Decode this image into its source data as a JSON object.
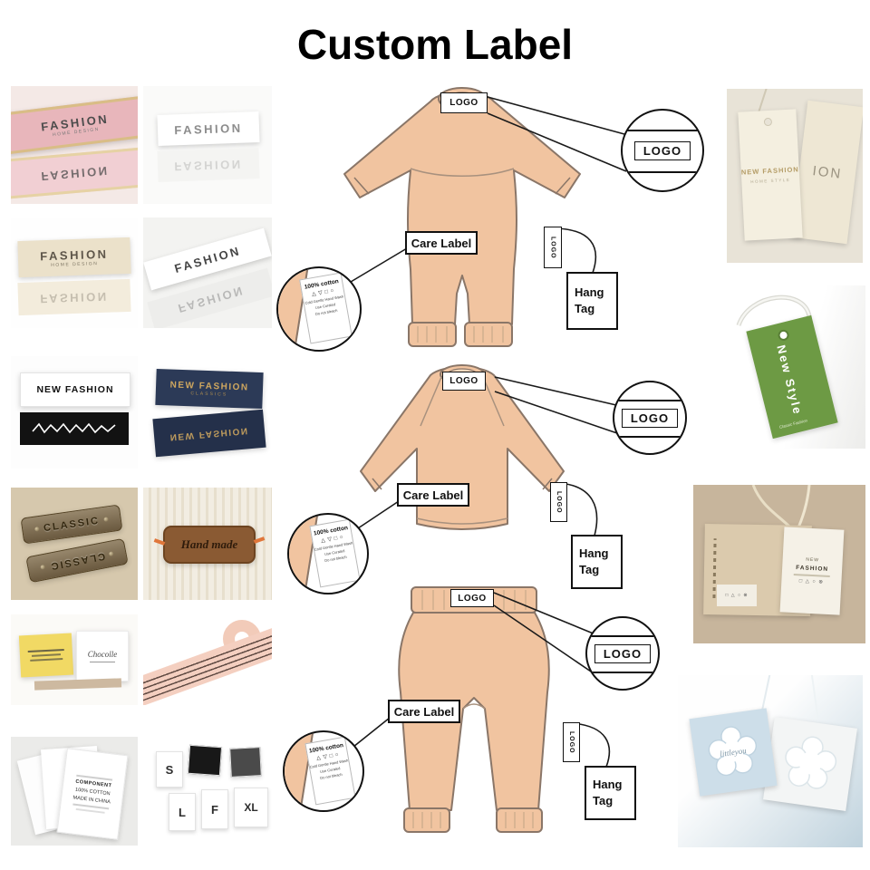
{
  "title": "Custom Label",
  "annotations": {
    "logo": "LOGO",
    "care_label": "Care Label",
    "hang_tag": "Hang Tag",
    "care_detail": {
      "material": "100% cotton",
      "icons": "△ ▽ □ ○",
      "wash1": "Cold Gentle Hand Wash",
      "wash2": "Use Curated",
      "wash3": "Do not bleach"
    }
  },
  "left_gallery": {
    "pink_ribbon": {
      "brand": "FASHION",
      "sub": "HOME DESIGN"
    },
    "white_folded": {
      "brand": "FASHION"
    },
    "cream_label": {
      "brand": "FASHION",
      "sub": "HOME DESIGN"
    },
    "white_label": {
      "brand": "FASHION"
    },
    "bw_labels": {
      "brand": "NEW FASHION"
    },
    "navy_labels": {
      "brand": "NEW FASHION",
      "sub": "CLASSICS"
    },
    "metal_labels": {
      "brand": "CLASSIC"
    },
    "leather_label": {
      "brand": "Hand made"
    },
    "folded_labels": {
      "brand": "Chocolle"
    },
    "care_labels": {
      "line1": "COMPONENT",
      "line2": "100% COTTON",
      "line3": "MADE IN CHINA"
    },
    "size_labels": {
      "sizes": [
        "S",
        "L",
        "F",
        "XL"
      ]
    }
  },
  "right_gallery": {
    "cream_tag": {
      "brand": "NEW FASHION",
      "sub": "HOME STYLE",
      "partial": "ION"
    },
    "green_tag": {
      "brand": "New Style",
      "sub": "Classic Fashion"
    },
    "kraft_tag": {
      "brand1": "NEW",
      "brand2": "FASHION",
      "icons": "□ △ ○ ⊗"
    },
    "flower_tag": {
      "brand": "littleyou"
    }
  }
}
